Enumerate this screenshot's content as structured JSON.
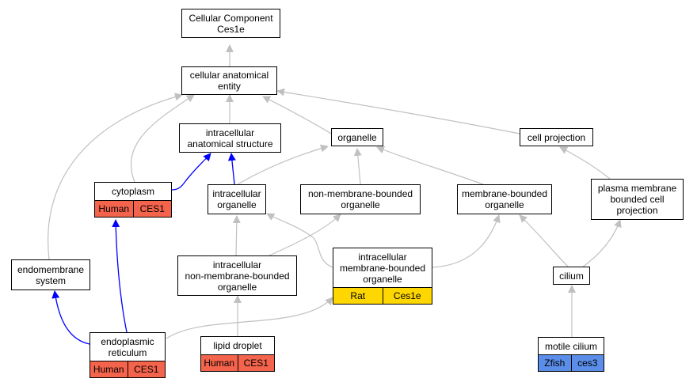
{
  "colors": {
    "human": "#f4634b",
    "rat": "#ffd700",
    "zfish": "#5b8ee9",
    "edge_gray": "#c0c0c0",
    "edge_blue": "#0000ff"
  },
  "nodes": {
    "root": {
      "label": "Cellular Component\nCes1e"
    },
    "cae": {
      "label": "cellular anatomical\nentity"
    },
    "ias": {
      "label": "intracellular\nanatomical structure"
    },
    "organelle": {
      "label": "organelle"
    },
    "cellproj": {
      "label": "cell projection"
    },
    "cytoplasm": {
      "label": "cytoplasm",
      "tags": [
        "Human",
        "CES1"
      ]
    },
    "io": {
      "label": "intracellular\norganelle"
    },
    "nmbo": {
      "label": "non-membrane-bounded\norganelle"
    },
    "mbo": {
      "label": "membrane-bounded\norganelle"
    },
    "pmbcp": {
      "label": "plasma membrane\nbounded cell\nprojection"
    },
    "endomem": {
      "label": "endomembrane\nsystem"
    },
    "inmbo": {
      "label": "intracellular\nnon-membrane-bounded\norganelle"
    },
    "imbo": {
      "label": "intracellular\nmembrane-bounded\norganelle",
      "tags": [
        "Rat",
        "Ces1e"
      ]
    },
    "cilium": {
      "label": "cilium"
    },
    "er": {
      "label": "endoplasmic\nreticulum",
      "tags": [
        "Human",
        "CES1"
      ]
    },
    "lipid": {
      "label": "lipid droplet",
      "tags": [
        "Human",
        "CES1"
      ]
    },
    "motile": {
      "label": "motile cilium",
      "tags": [
        "Zfish",
        "ces3"
      ]
    }
  }
}
